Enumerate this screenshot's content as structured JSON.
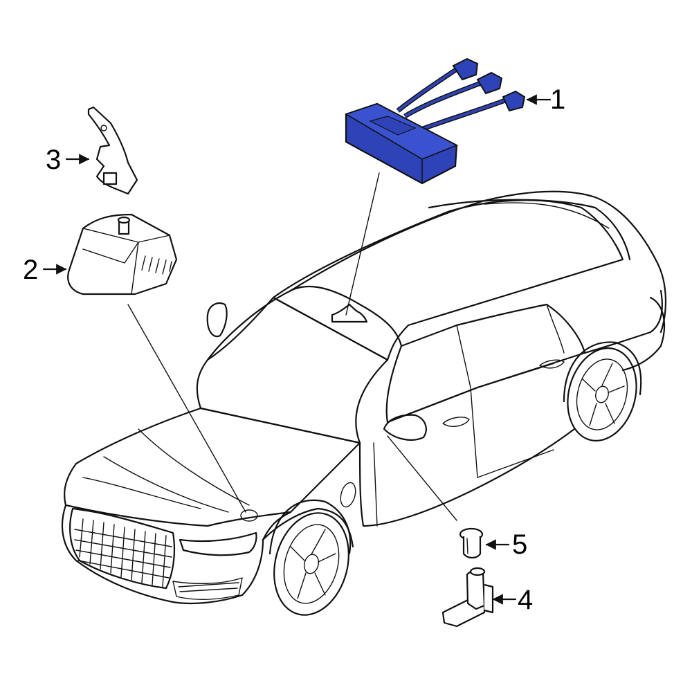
{
  "diagram": {
    "highlight_color": "#2f43b8",
    "callouts": [
      {
        "id": "1",
        "label": "1",
        "part": "antenna-module"
      },
      {
        "id": "2",
        "label": "2",
        "part": "horn-unit"
      },
      {
        "id": "3",
        "label": "3",
        "part": "mounting-bracket"
      },
      {
        "id": "4",
        "label": "4",
        "part": "door-handle-sensor"
      },
      {
        "id": "5",
        "label": "5",
        "part": "grommet"
      }
    ]
  }
}
